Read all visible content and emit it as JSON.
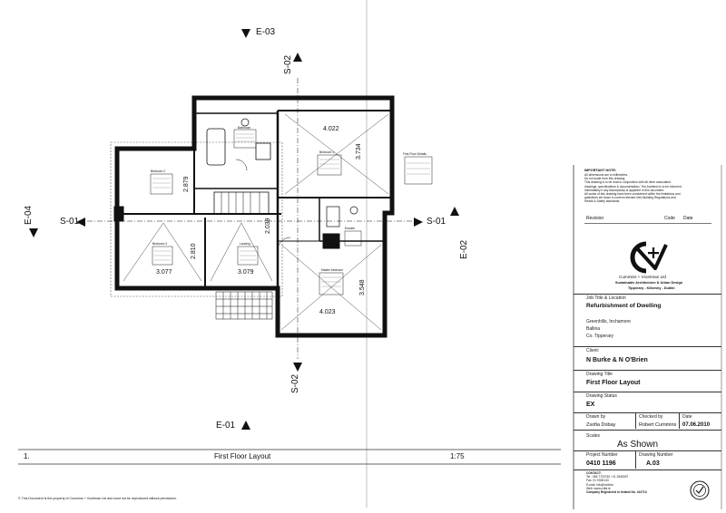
{
  "marks": {
    "e03": "E-03",
    "e01": "E-01",
    "e04": "E-04",
    "e02": "E-02",
    "s01_left": "S-01",
    "s01_right": "S-01",
    "s02_top": "S-02",
    "s02_bottom": "S-02"
  },
  "dims": {
    "d1": "4.022",
    "d2": "3.734",
    "d3": "2.879",
    "d4": "3.077",
    "d5": "3.079",
    "d6": "2.810",
    "d7": "3.548",
    "d8": "4.023",
    "d9": "2.039"
  },
  "rooms": {
    "bathroom": "Bathroom",
    "bedroom1": "Bedroom 1",
    "bedroom2": "Bedroom 2",
    "bedroom3": "Bedroom 3",
    "landing": "Landing",
    "ensuite": "Ensuite",
    "master": "Master bedroom"
  },
  "floor_details": "First Floor Details",
  "notes": {
    "heading": "IMPORTANT NOTE:",
    "lines": [
      "All dimensions are in millimetres.",
      "Do not scale from this drawing.",
      "This drawing is to be read in conjunction with all other associated",
      "drawings, specifications & documentation. The Architect is to be informed",
      "immediately if any discrepancy is apparent in this document.",
      "All works of this drawing have been considered within the limitations and",
      "guidelines set down in current relevant Irish Building Regulations and",
      "Health & Safety standards."
    ]
  },
  "revision": {
    "label": "Revision",
    "code_label": "Code",
    "date_label": "Date"
  },
  "company": {
    "name": "Cummins + Voortman Ltd",
    "tagline": "Sustainable Architecture & Urban Design",
    "locations": "Tipperary - Kilkenny - Dublin"
  },
  "job": {
    "label": "Job Title & Location",
    "title": "Refurbishment of Dwelling",
    "addr1": "Greenhills, Inchamore",
    "addr2": "Ballina",
    "addr3": "Co. Tipperary"
  },
  "client": {
    "label": "Client:",
    "value": "N Burke & N O'Brien"
  },
  "drawing": {
    "title_label": "Drawing Title",
    "title": "First Floor Layout",
    "status_label": "Drawing Status",
    "status": "EX",
    "drawn_label": "Drawn by",
    "drawn": "Zsofia Dobay",
    "checked_label": "Checked by",
    "checked": "Robert Cummins",
    "date_label": "Date",
    "date": "07.06.2010",
    "scales_label": "Scales",
    "scales": "As Shown",
    "project_label": "Project Number",
    "project": "0410 1196",
    "number_label": "Drawing Number",
    "number": "A.03"
  },
  "contact": {
    "label": "CONTACT:",
    "tel": "Tel.: 056 7720740 / 01 2845307",
    "fax": "Fax: 01 9330143",
    "email": "E-mail: info@cvltd.ie",
    "web": "Web: www.cvltd.ie",
    "reg": "Company Registered in Ireland No. 413713"
  },
  "footer": {
    "index": "1.",
    "title": "First Floor Layout",
    "scale": "1:75",
    "copyright": "© This Document is the property of Cummins + Voortman Ltd and must not be reproduced without permission."
  }
}
